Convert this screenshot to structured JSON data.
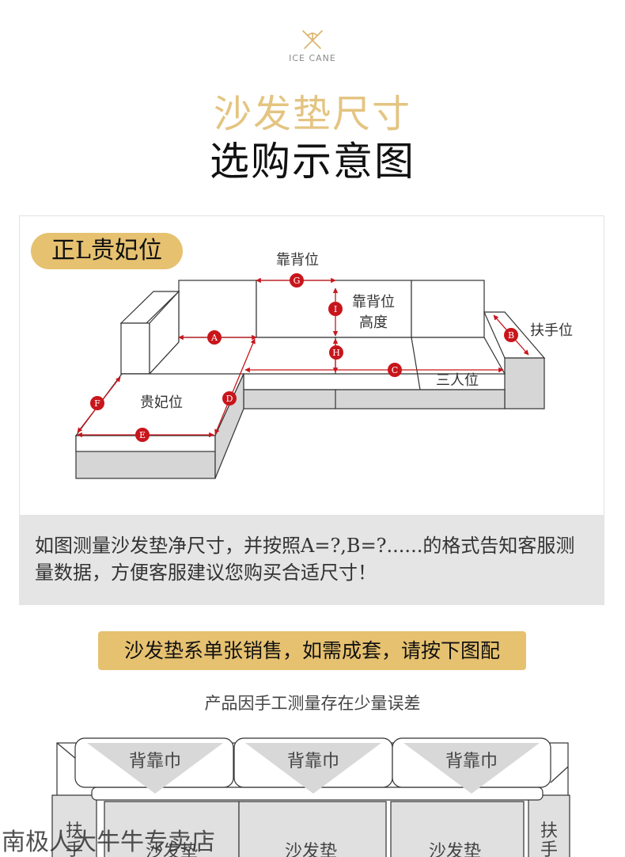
{
  "brand": {
    "name": "ICE CANE"
  },
  "header": {
    "title_line1": "沙发垫尺寸",
    "title_line2": "选购示意图"
  },
  "diagram": {
    "badge": "正L贵妃位",
    "labels": {
      "backrest": "靠背位",
      "backrest_height_1": "靠背位",
      "backrest_height_2": "高度",
      "armrest": "扶手位",
      "three_seat": "三人位",
      "chaise": "贵妃位"
    },
    "markers": [
      "A",
      "B",
      "C",
      "D",
      "E",
      "F",
      "G",
      "H",
      "I"
    ],
    "accent_color": "#c8151b"
  },
  "note": {
    "text": "如图测量沙发垫净尺寸，并按照A=?,B=?......的格式告知客服测量数据，方便客服建议您购买合适尺寸！"
  },
  "sale_banner": {
    "text": "沙发垫系单张销售，如需成套，请按下图配"
  },
  "error_note": {
    "text": "产品因手工测量存在少量误差"
  },
  "set_diagram": {
    "back_towel": "背靠巾",
    "armrest": "扶手",
    "cushion": "沙发垫"
  },
  "watermark": {
    "text": "南极人大牛牛专卖店"
  }
}
